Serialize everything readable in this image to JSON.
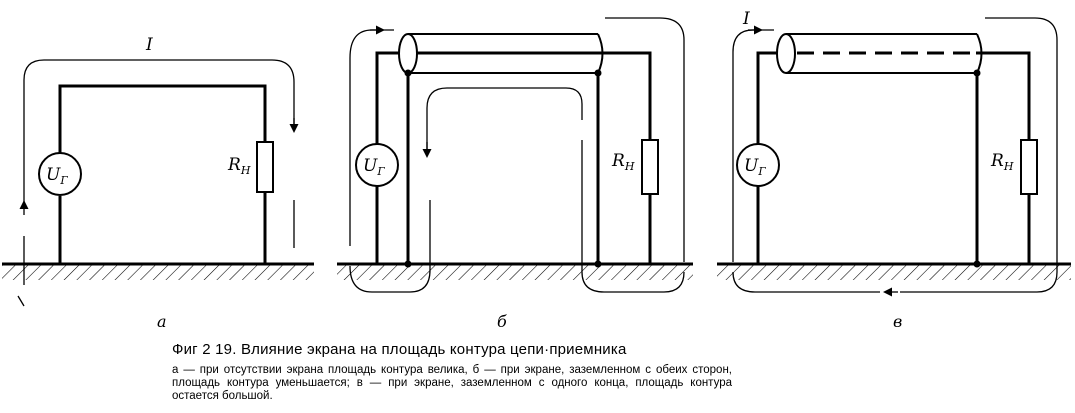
{
  "labels": {
    "current": "I",
    "generator_main": "U",
    "generator_sub": "Г",
    "load_main": "R",
    "load_sub": "Н"
  },
  "panels": [
    {
      "letter": "а"
    },
    {
      "letter": "б"
    },
    {
      "letter": "в"
    }
  ],
  "caption": {
    "title": "Фиг 2 19. Влияние экрана на площадь контура цепи·приемника",
    "text": "а — при отсутствии экрана площадь контура велика, б — при экране, заземленном с обеих сторон, площадь контура уменьшается; в — при экране, заземленном с одного конца, площадь контура остается большой."
  }
}
